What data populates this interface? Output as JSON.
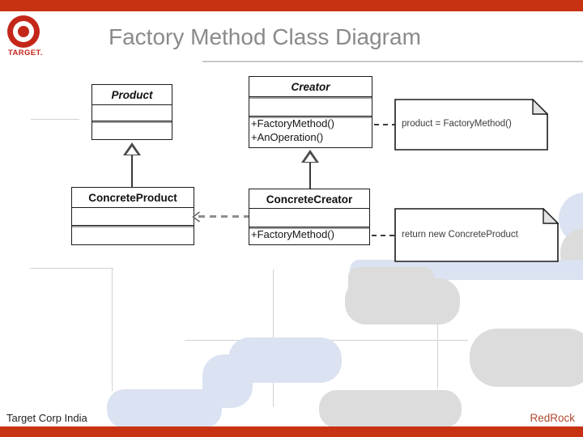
{
  "slide": {
    "title": "Factory Method Class Diagram",
    "brand": {
      "logo_text": "TARGET."
    },
    "footer": {
      "left": "Target Corp India",
      "right": "RedRock"
    },
    "colors": {
      "top_bar": "#c63212",
      "bottom_bar": "#c63212",
      "logo_red": "#c4271a",
      "title_gray": "#8a8a8a",
      "footer_right_red": "#b04a30",
      "template_gray": "#dcdcdc",
      "template_blue": "#dbe2f1"
    }
  },
  "diagram": {
    "classes": [
      {
        "name": "Product",
        "abstract": true,
        "methods": []
      },
      {
        "name": "Creator",
        "abstract": true,
        "methods": [
          "+FactoryMethod()",
          "+AnOperation()"
        ]
      },
      {
        "name": "ConcreteProduct",
        "abstract": false,
        "methods": []
      },
      {
        "name": "ConcreteCreator",
        "abstract": false,
        "methods": [
          "+FactoryMethod()"
        ]
      }
    ],
    "notes": [
      {
        "text": "product = FactoryMethod()"
      },
      {
        "text": "return new ConcreteProduct"
      }
    ]
  }
}
